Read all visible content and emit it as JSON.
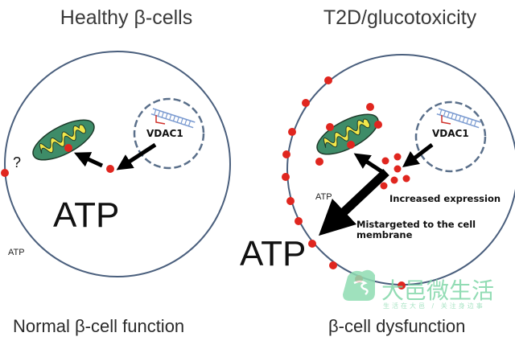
{
  "panels": {
    "left": {
      "title": "Healthy β-cells",
      "caption": "Normal β-cell function",
      "gene_label": "VDAC1",
      "atp_inside": "ATP",
      "atp_outside": "ATP",
      "question_mark": "?"
    },
    "right": {
      "title": "T2D/glucotoxicity",
      "caption": "β-cell dysfunction",
      "gene_label": "VDAC1",
      "atp_inside": "ATP",
      "atp_outside": "ATP",
      "note_expression": "Increased expression",
      "note_mistargeted_line1": "Mistargeted to the cell",
      "note_mistargeted_line2": "membrane"
    }
  },
  "colors": {
    "membrane": "#4a5f7d",
    "vdac1_dot": "#e0261f",
    "mitochondrion_outer": "#3e8c68",
    "mitochondrion_inner": "#f1e74a",
    "dna": "#7a9ad0",
    "promoter": "#d0302a",
    "watermark": "#7fd6a8"
  },
  "watermark": {
    "text": "大邑微生活",
    "subtext": "生活在大邑 / 关注身边事"
  }
}
